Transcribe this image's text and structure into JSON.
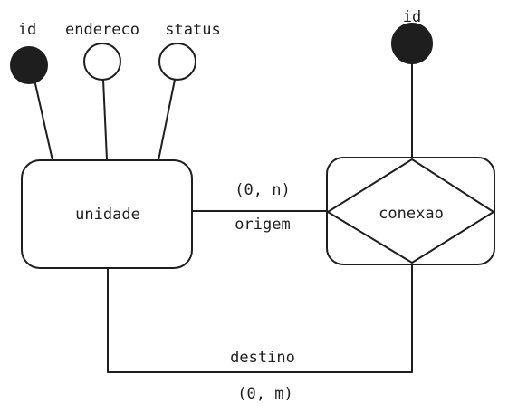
{
  "entity": {
    "name": "unidade",
    "attributes": [
      {
        "name": "id",
        "key": true
      },
      {
        "name": "endereco",
        "key": false
      },
      {
        "name": "status",
        "key": false
      }
    ]
  },
  "associative_entity": {
    "name": "conexao",
    "attributes": [
      {
        "name": "id",
        "key": true
      }
    ]
  },
  "relationships": [
    {
      "role": "origem",
      "cardinality": "(0, n)"
    },
    {
      "role": "destino",
      "cardinality": "(0, m)"
    }
  ],
  "colors": {
    "stroke": "#1e1e1e",
    "key_fill": "#1e1e1e",
    "attr_fill": "#ffffff",
    "background": "#ffffff"
  }
}
